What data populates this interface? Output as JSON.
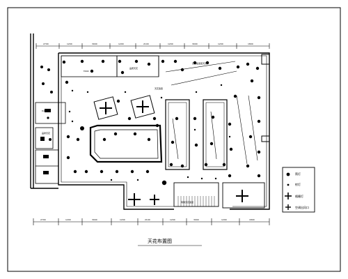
{
  "drawing": {
    "title": "天花布置图",
    "room_labels": [
      {
        "id": "label-a",
        "text": "FANC"
      },
      {
        "id": "label-b",
        "text": "品质天花"
      },
      {
        "id": "label-c",
        "text": "石膏板造型天花"
      },
      {
        "id": "label-d",
        "text": "天花造型"
      },
      {
        "id": "label-e",
        "text": "阴角天花造型"
      },
      {
        "id": "label-f",
        "text": "DAV"
      },
      {
        "id": "label-g",
        "text": "品牌天花"
      }
    ],
    "top_dims": [
      "2700",
      "1200",
      "3000",
      "1200",
      "2100",
      "1200",
      "3000",
      "1200",
      "1800"
    ],
    "bottom_dims": [
      "2700",
      "1200",
      "3000",
      "1200",
      "2100",
      "1200",
      "3000",
      "1200",
      "1800"
    ],
    "legend": [
      {
        "symbol": "dot-large",
        "text": "筒灯"
      },
      {
        "symbol": "dot-small",
        "text": "射灯"
      },
      {
        "symbol": "cross",
        "text": "格栅灯"
      },
      {
        "symbol": "cross-square",
        "text": "空调出风口"
      }
    ]
  }
}
